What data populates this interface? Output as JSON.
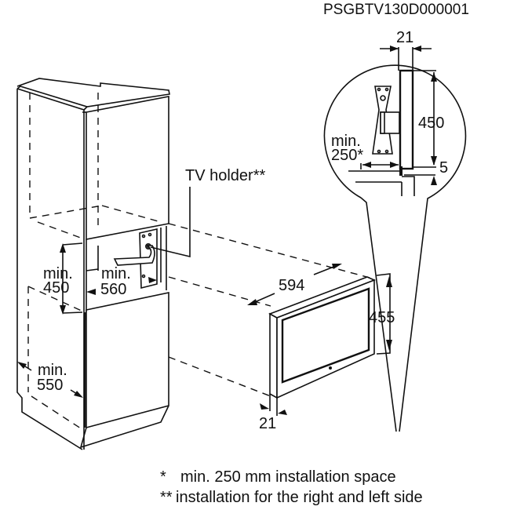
{
  "document_code": "PSGBTV130D000001",
  "callout_label": "TV holder**",
  "cabinet_dimensions": {
    "niche_height": {
      "prefix": "min.",
      "value": "450"
    },
    "niche_depth": {
      "prefix": "min.",
      "value": "560"
    },
    "cabinet_depth": {
      "prefix": "min.",
      "value": "550"
    }
  },
  "tv_dimensions": {
    "width": "594",
    "height": "455",
    "depth": "21"
  },
  "detail_dimensions": {
    "thickness": "21",
    "height": "450",
    "gap": "5",
    "clearance": {
      "prefix": "min.",
      "value": "250*"
    }
  },
  "footnotes": [
    {
      "mark": "*",
      "text": "min. 250 mm installation space"
    },
    {
      "mark": "**",
      "text": "installation for the right and left side"
    }
  ]
}
